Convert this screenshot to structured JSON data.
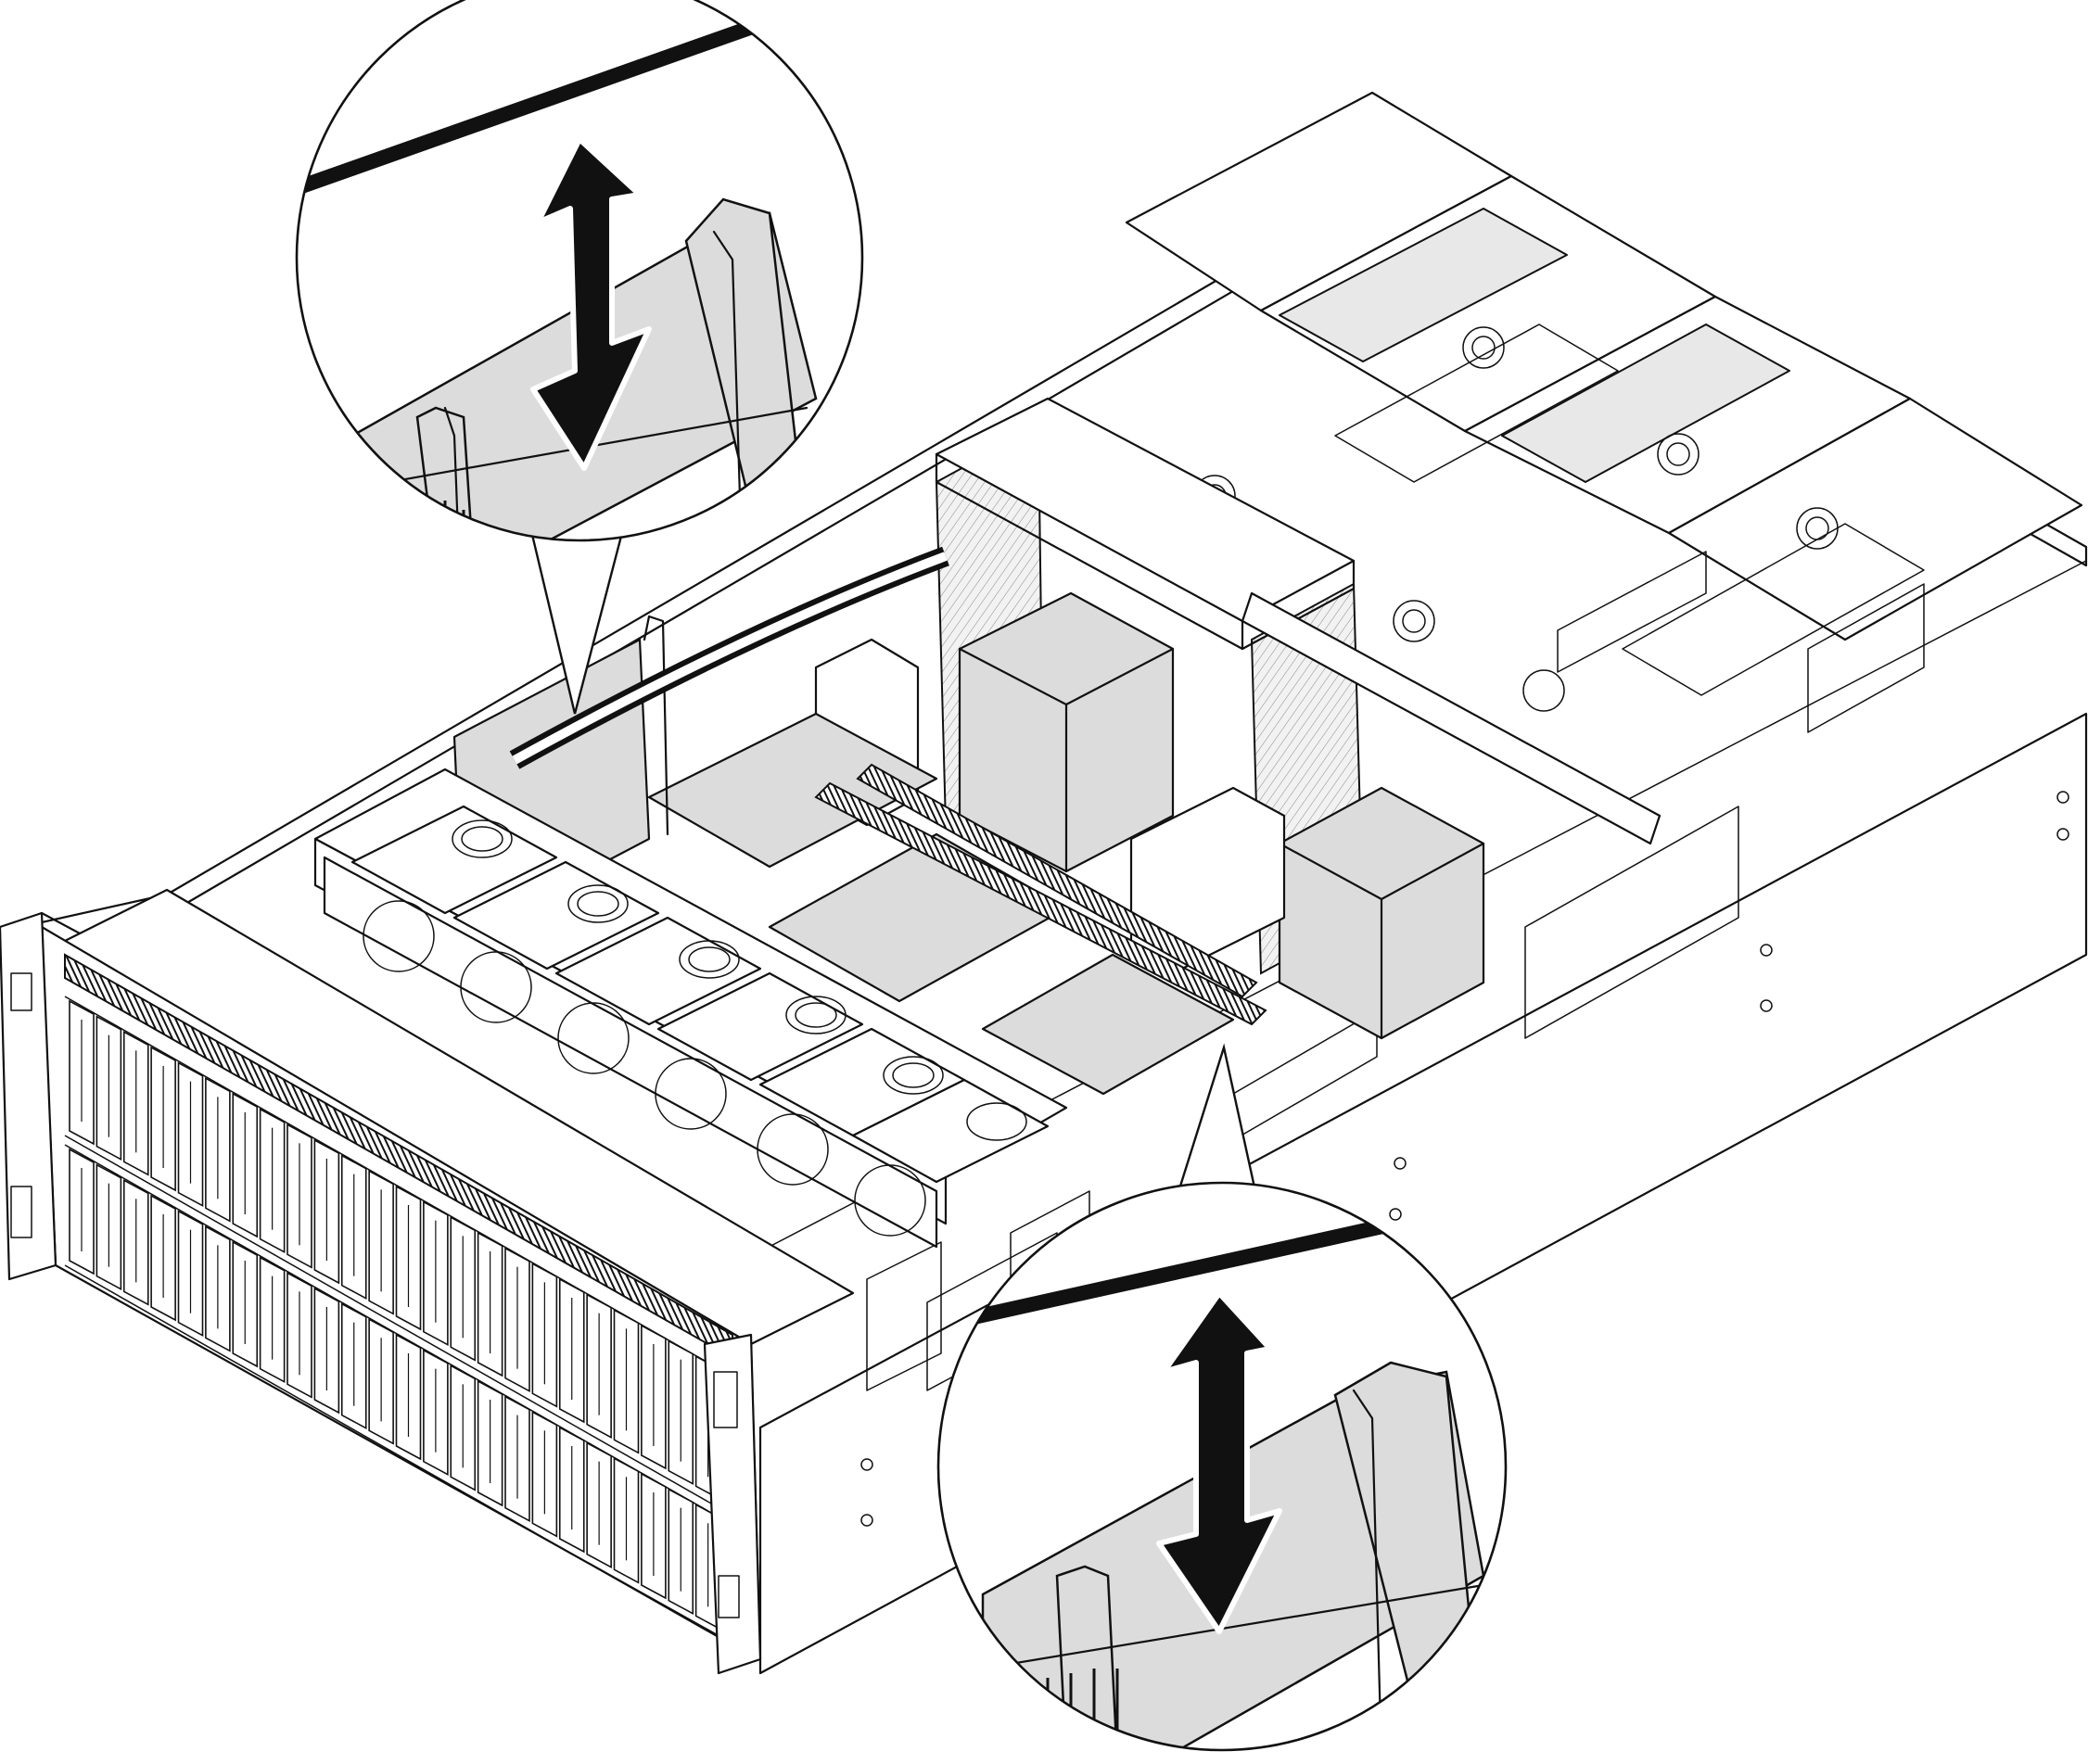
{
  "figure": {
    "type": "technical-illustration",
    "subject": "server-chassis",
    "callouts": [
      {
        "name": "callout-top-left",
        "icon": "double-arrow-vertical-icon"
      },
      {
        "name": "callout-bottom-right",
        "icon": "double-arrow-vertical-icon"
      }
    ],
    "colors": {
      "line": "#111111",
      "fill_gray": "#dcdcdc",
      "background": "#ffffff"
    }
  }
}
